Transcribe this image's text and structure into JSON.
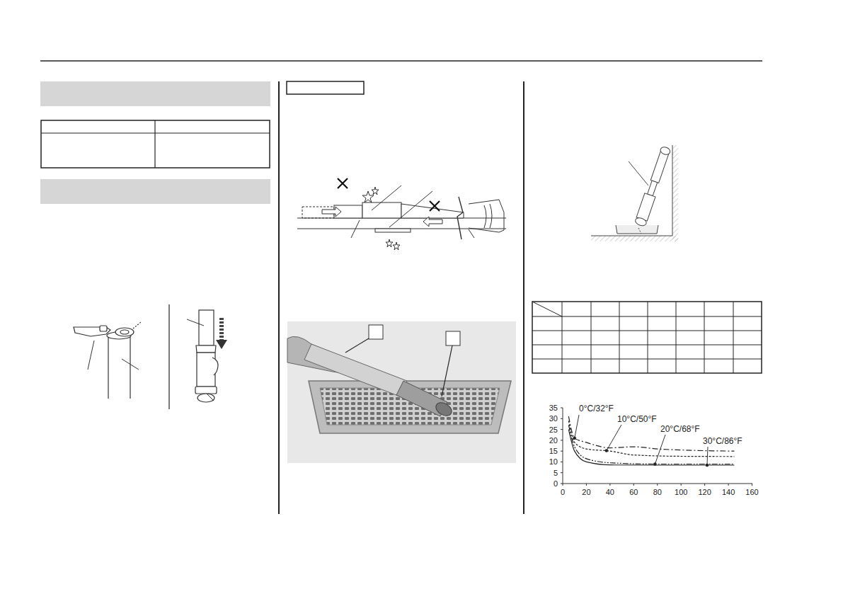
{
  "diagram": {
    "labels": [
      "0°C/32°F",
      "10°C/50°F",
      "20°C/68°F",
      "30°C/86°F",
      "35",
      "30",
      "25",
      "20",
      "15",
      "10",
      "5",
      "0",
      "0",
      "20",
      "40",
      "60",
      "80",
      "100",
      "120",
      "140",
      "160"
    ]
  }
}
